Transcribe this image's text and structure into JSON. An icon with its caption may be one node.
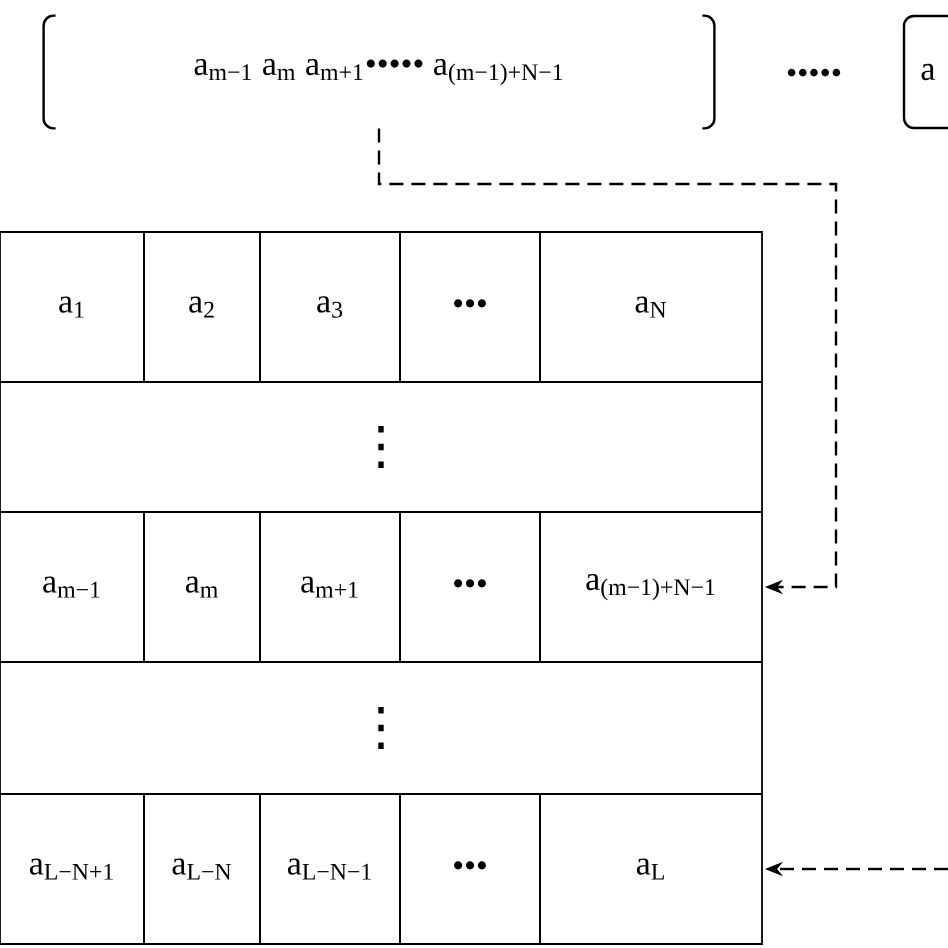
{
  "diagram": {
    "nodes": [
      {
        "text": [
          "a$_{m−1}$ a$_{m}$ a$_{m+1}$••••• a$_{(m−1)+N−1}$"
        ]
      },
      {
        "text": [
          "a"
        ]
      },
      {
        "text": [
          "a$_{1}$"
        ]
      },
      {
        "text": [
          "a$_{2}$"
        ]
      },
      {
        "text": [
          "a$_{3}$"
        ]
      },
      {
        "text": [
          "•••"
        ]
      },
      {
        "text": [
          "a$_{N}$"
        ]
      },
      {
        "text": [
          "⋮"
        ]
      },
      {
        "text": [
          "a$_{m−1}$"
        ]
      },
      {
        "text": [
          "a$_{m}$"
        ]
      },
      {
        "text": [
          "a$_{m+1}$"
        ]
      },
      {
        "text": [
          "•••"
        ]
      },
      {
        "text": [
          "a$_{(m−1)+N−1}$"
        ]
      },
      {
        "text": [
          "⋮"
        ]
      },
      {
        "text": [
          "a$_{L−N+1}$"
        ]
      },
      {
        "text": [
          "a$_{L−N}$"
        ]
      },
      {
        "text": [
          "a$_{L−N−1}$"
        ]
      },
      {
        "text": [
          "•••"
        ]
      },
      {
        "text": [
          "a$_{L}$"
        ]
      }
    ],
    "edges": [
      {
        "from": 0,
        "to": 12,
        "arrow": "to",
        "style": "dashed"
      },
      {
        "from": null,
        "to": 18,
        "arrow": "to",
        "style": "dashed"
      }
    ],
    "labels": [
      "•••••"
    ]
  }
}
